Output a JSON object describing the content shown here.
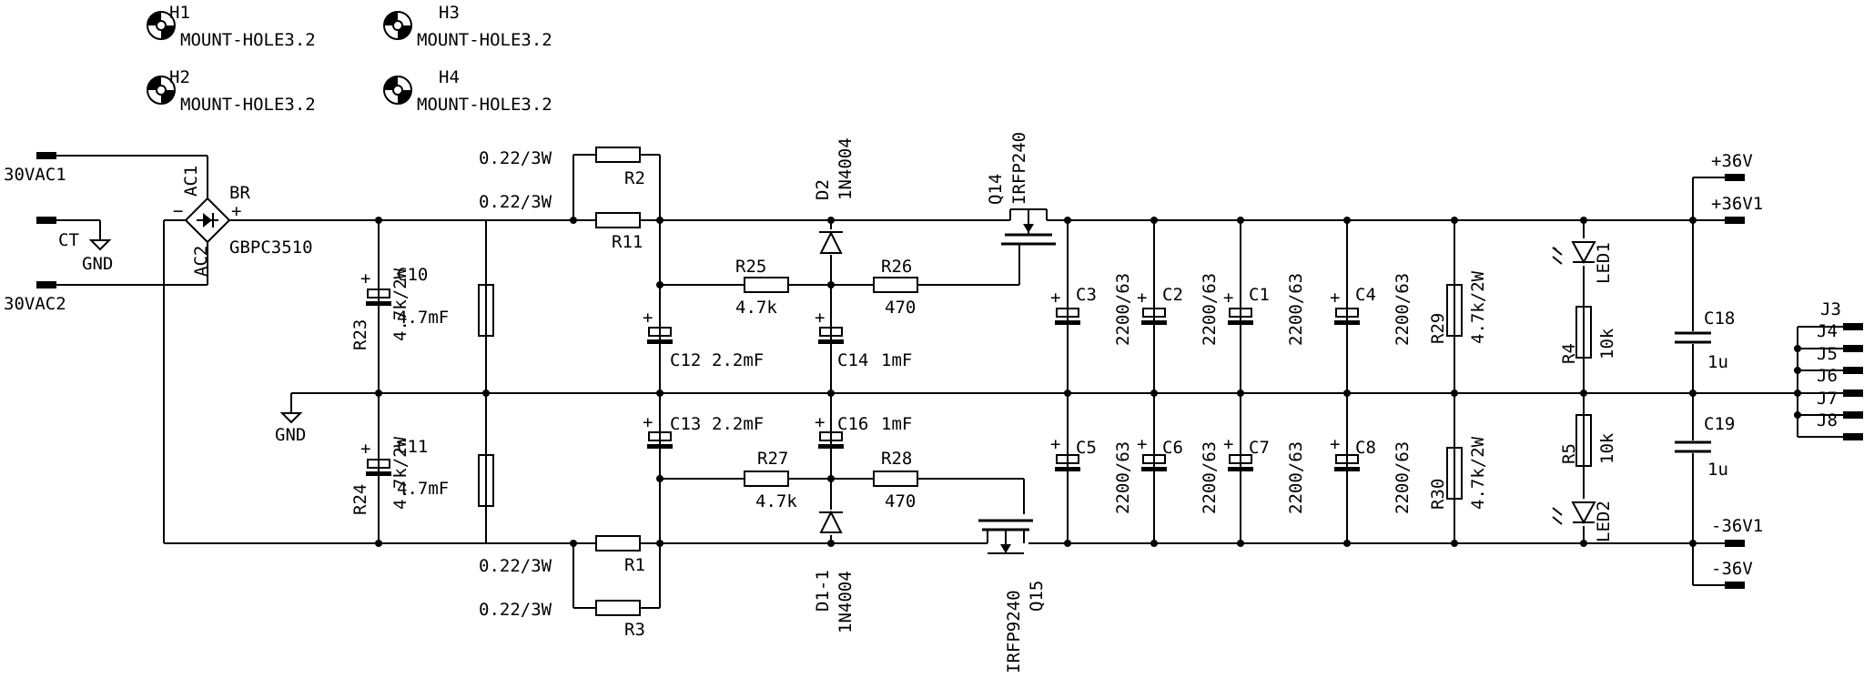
{
  "holes": {
    "h1": {
      "ref": "H1",
      "value": "MOUNT-HOLE3.2"
    },
    "h2": {
      "ref": "H2",
      "value": "MOUNT-HOLE3.2"
    },
    "h3": {
      "ref": "H3",
      "value": "MOUNT-HOLE3.2"
    },
    "h4": {
      "ref": "H4",
      "value": "MOUNT-HOLE3.2"
    }
  },
  "inputs": {
    "ac1": "30VAC1",
    "ct": "CT",
    "ac2": "30VAC2"
  },
  "ground": {
    "gnd1": "GND",
    "gnd2": "GND"
  },
  "bridge": {
    "ref": "BR",
    "value": "GBPC3510",
    "ac1": "AC1",
    "ac2": "AC2",
    "plus": "+",
    "minus": "−"
  },
  "resistors": {
    "r2": {
      "ref": "R2",
      "value": "0.22/3W"
    },
    "r11": {
      "ref": "R11",
      "value": "0.22/3W"
    },
    "r1": {
      "ref": "R1",
      "value": "0.22/3W"
    },
    "r3": {
      "ref": "R3",
      "value": "0.22/3W"
    },
    "r23": {
      "ref": "R23",
      "value": "4.7k/2W"
    },
    "r24": {
      "ref": "R24",
      "value": "4.7k/2W"
    },
    "r25": {
      "ref": "R25",
      "value": "4.7k"
    },
    "r26": {
      "ref": "R26",
      "value": "470"
    },
    "r27": {
      "ref": "R27",
      "value": "4.7k"
    },
    "r28": {
      "ref": "R28",
      "value": "470"
    },
    "r29": {
      "ref": "R29",
      "value": "4.7k/2W"
    },
    "r30": {
      "ref": "R30",
      "value": "4.7k/2W"
    },
    "r4": {
      "ref": "R4",
      "value": "10k"
    },
    "r5": {
      "ref": "R5",
      "value": "10k"
    }
  },
  "capacitors": {
    "c10": {
      "ref": "C10",
      "value": "4.7mF"
    },
    "c11": {
      "ref": "C11",
      "value": "4.7mF"
    },
    "c12": {
      "ref": "C12",
      "value": "2.2mF"
    },
    "c13": {
      "ref": "C13",
      "value": "2.2mF"
    },
    "c14": {
      "ref": "C14",
      "value": "1mF"
    },
    "c16": {
      "ref": "C16",
      "value": "1mF"
    },
    "c3": {
      "ref": "C3",
      "value": "2200/63"
    },
    "c2": {
      "ref": "C2",
      "value": "2200/63"
    },
    "c1": {
      "ref": "C1",
      "value": "2200/63"
    },
    "c4": {
      "ref": "C4",
      "value": "2200/63"
    },
    "c5": {
      "ref": "C5",
      "value": "2200/63"
    },
    "c6": {
      "ref": "C6",
      "value": "2200/63"
    },
    "c7": {
      "ref": "C7",
      "value": "2200/63"
    },
    "c8": {
      "ref": "C8",
      "value": "2200/63"
    },
    "c18": {
      "ref": "C18",
      "value": "1u"
    },
    "c19": {
      "ref": "C19",
      "value": "1u"
    }
  },
  "diodes": {
    "d2": {
      "ref": "D2",
      "value": "1N4004"
    },
    "d1": {
      "ref": "D1-1",
      "value": "1N4004"
    }
  },
  "transistors": {
    "q14": {
      "ref": "Q14",
      "value": "IRFP240"
    },
    "q15": {
      "ref": "Q15",
      "value": "IRFP9240"
    }
  },
  "leds": {
    "led1": "LED1",
    "led2": "LED2"
  },
  "outputs": {
    "p36": "+36V",
    "p36v1": "+36V1",
    "n36v1": "-36V1",
    "n36": "-36V"
  },
  "connectors": {
    "j3": "J3",
    "j4": "J4",
    "j5": "J5",
    "j6": "J6",
    "j7": "J7",
    "j8": "J8"
  },
  "polarity": {
    "plus": "+"
  }
}
